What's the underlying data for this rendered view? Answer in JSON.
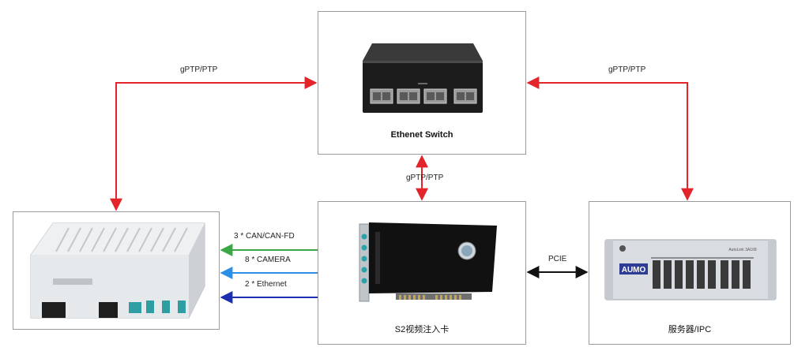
{
  "nodes": {
    "switch": {
      "label": "Ethenet Switch"
    },
    "card": {
      "label": "S2视频注入卡"
    },
    "ipc": {
      "label": "服务器/IPC",
      "brand": "AUMO",
      "nameplate": "AutoLink 3A168"
    },
    "ecu": {
      "label": ""
    }
  },
  "connections": {
    "ecu_switch": {
      "label": "gPTP/PTP",
      "color": "#e3242b"
    },
    "ipc_switch": {
      "label": "gPTP/PTP",
      "color": "#e3242b"
    },
    "card_switch": {
      "label": "gPTP/PTP",
      "color": "#e3242b"
    },
    "card_ipc": {
      "label": "PCIE",
      "color": "#111111"
    },
    "can": {
      "label": "3 * CAN/CAN-FD",
      "color": "#3aa844"
    },
    "camera": {
      "label": "8 * CAMERA",
      "color": "#2b8fe6"
    },
    "ethernet": {
      "label": "2 * Ethernet",
      "color": "#1d2fb0"
    }
  }
}
